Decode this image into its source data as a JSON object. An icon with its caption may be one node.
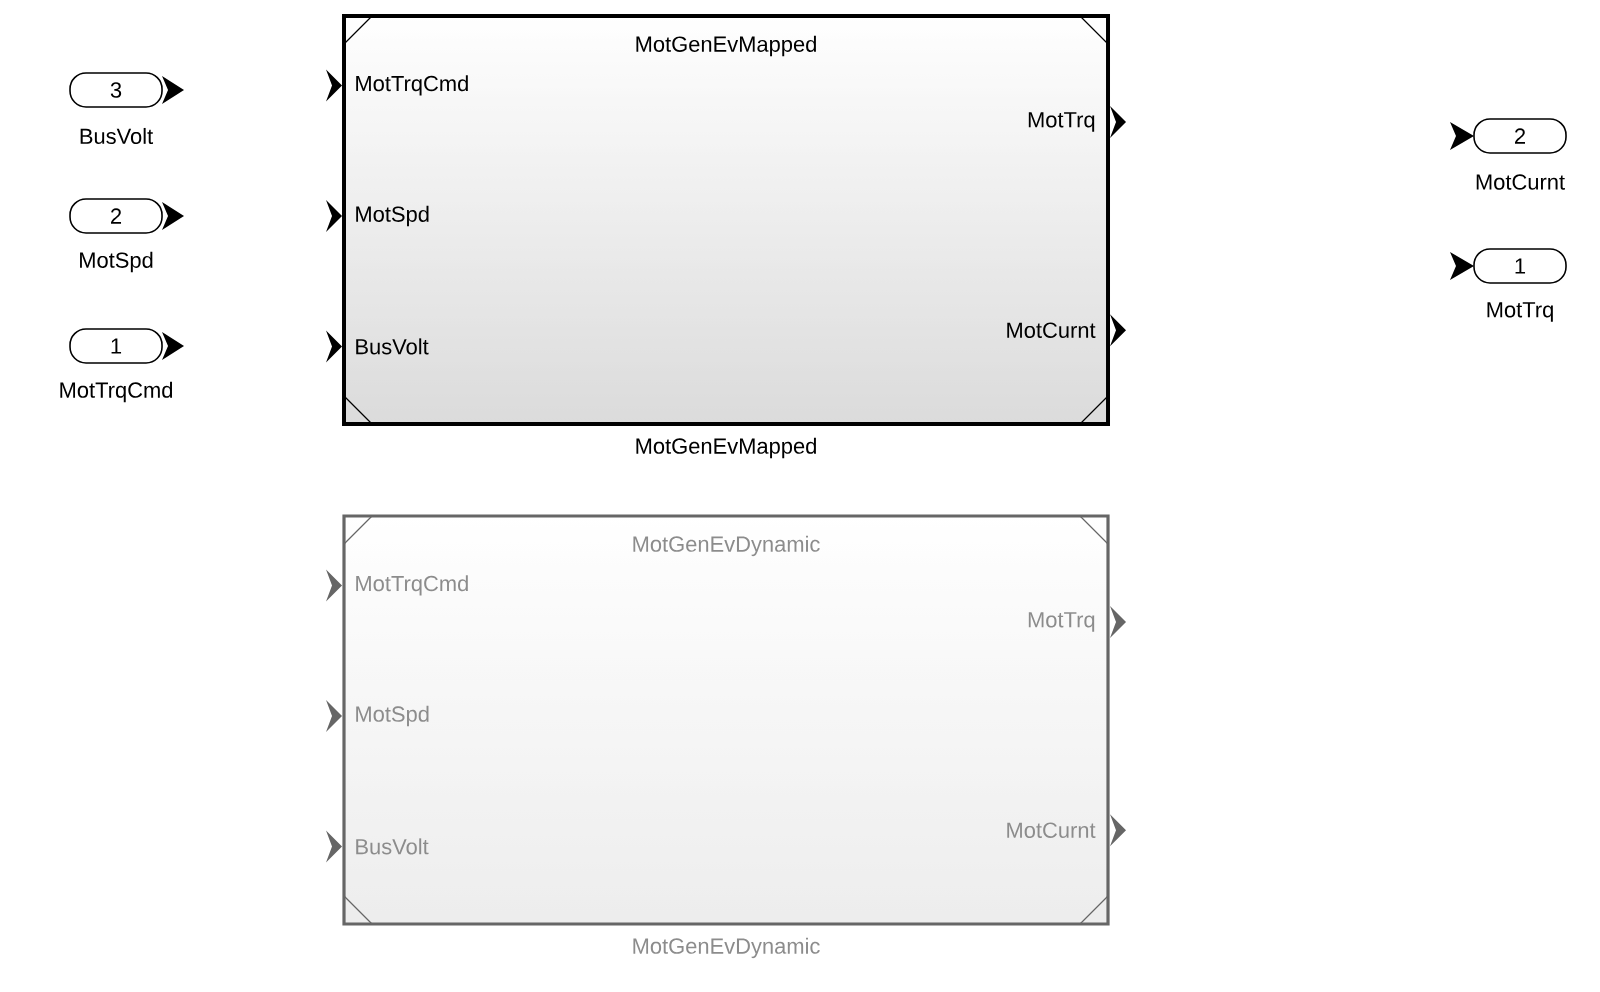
{
  "diagram": {
    "nodes": [
      {
        "text": [
          "3"
        ],
        "beside": [
          "BusVolt"
        ]
      },
      {
        "text": [
          "MotGenEvMapped",
          "MotTrqCmd",
          "MotSpd",
          "BusVolt",
          "MotTrq",
          "MotCurnt"
        ],
        "beside": [
          "MotGenEvMapped"
        ]
      },
      {
        "text": [
          "2"
        ],
        "beside": [
          "MotCurnt"
        ]
      },
      {
        "text": [
          "2"
        ],
        "beside": [
          "MotSpd"
        ]
      },
      {
        "text": [
          "1"
        ],
        "beside": [
          "MotTrq"
        ]
      },
      {
        "text": [
          "1"
        ],
        "beside": [
          "MotTrqCmd"
        ]
      },
      {
        "text": [
          "MotGenEvDynamic",
          "MotTrqCmd",
          "MotSpd",
          "BusVolt",
          "MotTrq",
          "MotCurnt"
        ],
        "beside": [
          "MotGenEvDynamic"
        ]
      }
    ]
  }
}
